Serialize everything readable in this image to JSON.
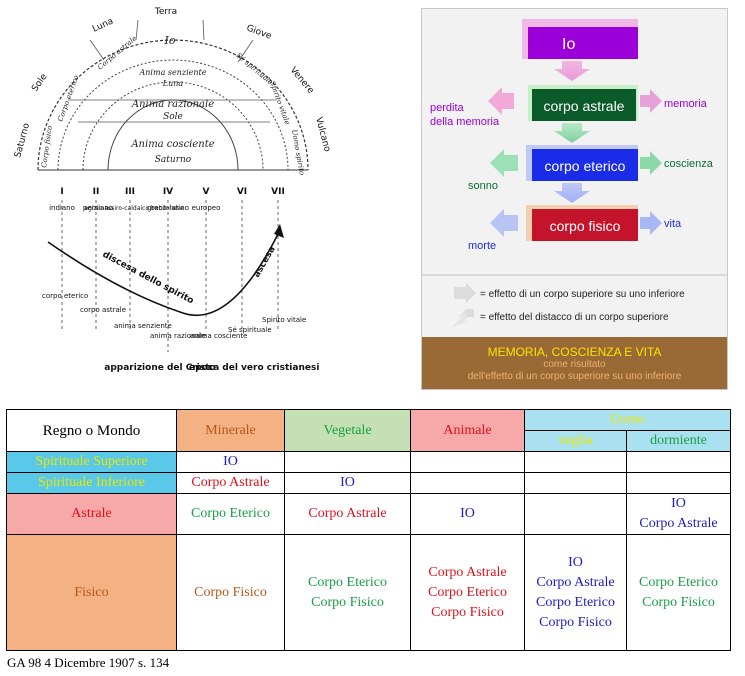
{
  "sketch_top": {
    "planets": {
      "terra": "Terra",
      "luna": "Luna",
      "giove": "Giove",
      "sole": "Sole",
      "venere": "Venere",
      "saturno": "Saturno",
      "vulcano": "Vulcano"
    },
    "io": "Io",
    "corpo_astrale": "Corpo astrale",
    "sé_spirituale": "Sé spirituale",
    "anima_senziente": "Anima senziente",
    "anima_luna": "Luna",
    "corpo_eterico": "Corpo eterico",
    "spirito_vitale": "Spirito vitale",
    "anima_razionale": "Anima razionale",
    "anima_sole": "Sole",
    "corpo_fisico": "Corpo fisico",
    "uomo_spirito": "Uomo spirito",
    "anima_cosciente": "Anima cosciente",
    "anima_saturno": "Saturno"
  },
  "sketch_bottom": {
    "epochs": [
      "I",
      "II",
      "III",
      "IV",
      "V",
      "VI",
      "VII"
    ],
    "cultures": [
      "indiano",
      "persiano",
      "egizio-assiro-caldaico babilonese",
      "greco-latino",
      "europeo"
    ],
    "discesa": "discesa dello spirito",
    "ascesa": "ascesa",
    "members": [
      "corpo eterico",
      "corpo astrale",
      "anima senziente",
      "anima razionale",
      "anima cosciente",
      "Sé spirituale",
      "Spirito vitale"
    ],
    "apparizione": "apparizione del Cristo",
    "epoca": "epoca del vero cristianesimo"
  },
  "diagram": {
    "io": "Io",
    "corpo_astrale": "corpo astrale",
    "corpo_eterico": "corpo eterico",
    "corpo_fisico": "corpo fisico",
    "perdita": "perdita",
    "della_memoria": "della memoria",
    "memoria": "memoria",
    "sonno": "sonno",
    "coscienza": "coscienza",
    "morte": "morte",
    "vita": "vita",
    "legend_1": "= effetto di un corpo superiore su uno inferiore",
    "legend_2": "= effetto del distacco di un corpo superiore",
    "band_title": "MEMORIA, COSCIENZA E VITA",
    "band_sub1": "come risultato",
    "band_sub2": "dell'effetto di un corpo superiore su uno inferiore",
    "colors": {
      "io": "#9b00d9",
      "astrale": "#0a5a2a",
      "eterico": "#1a2ce8",
      "fisico": "#c4142c",
      "band": "#9a6a36"
    }
  },
  "table": {
    "header": {
      "regno": "Regno o Mondo",
      "minerale": "Minerale",
      "vegetale": "Vegetale",
      "animale": "Animale",
      "uomo": "Uomo",
      "veglia": "veglia",
      "dormiente": "dormiente"
    },
    "rows": {
      "spir_sup": {
        "label": "Spirituale Superiore",
        "minerale": "IO"
      },
      "spir_inf": {
        "label": "Spirituale Inferiore",
        "minerale": "Corpo Astrale",
        "vegetale": "IO"
      },
      "astrale": {
        "label": "Astrale",
        "minerale": "Corpo Eterico",
        "vegetale": "Corpo Astrale",
        "animale": "IO",
        "dormiente": [
          "IO",
          "Corpo Astrale"
        ]
      },
      "fisico": {
        "label": "Fisico",
        "minerale": "Corpo Fisico",
        "vegetale": [
          "Corpo Eterico",
          "Corpo Fisico"
        ],
        "animale": [
          "Corpo Astrale",
          "Corpo Eterico",
          "Corpo Fisico"
        ],
        "veglia": [
          "IO",
          "Corpo Astrale",
          "Corpo Eterico",
          "Corpo Fisico"
        ],
        "dormiente": [
          "Corpo Eterico",
          "Corpo Fisico"
        ]
      }
    },
    "colors": {
      "minerale_bg": "#f4b183",
      "vegetale_bg": "#c5e0b4",
      "animale_bg": "#f7a8a8",
      "uomo_bg": "#a9e1f0",
      "spirituale_bg": "#5ac8e8"
    }
  },
  "caption": "GA 98 4 Dicembre 1907 s. 134"
}
